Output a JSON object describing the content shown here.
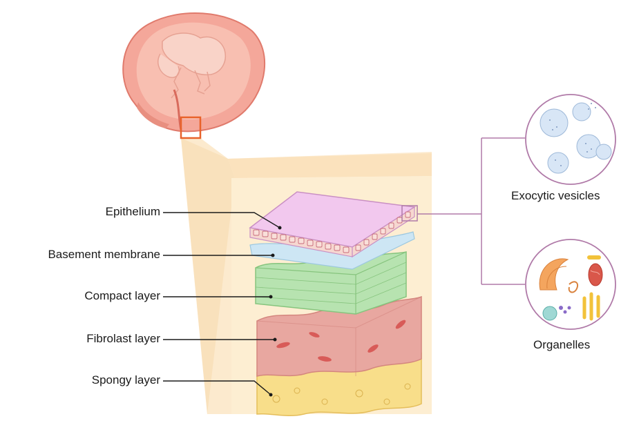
{
  "layers": [
    {
      "name": "Epithelium"
    },
    {
      "name": "Basement membrane"
    },
    {
      "name": "Compact layer"
    },
    {
      "name": "Fibrolast layer"
    },
    {
      "name": "Spongy layer"
    }
  ],
  "insets": [
    {
      "name": "Exocytic vesicles"
    },
    {
      "name": "Organelles"
    }
  ],
  "colors": {
    "uterus": "#f4a79a",
    "uterus_outline": "#e07a6c",
    "highlight_box": "#e8622a",
    "beam": "#fce3c0",
    "block": "#fdeccc",
    "epithelium": "#f2c8ee",
    "basement": "#cde6f4",
    "compact": "#b7e3b0",
    "fibroblast": "#e8a7a0",
    "spongy": "#f8de8a",
    "connector": "#b07aa8"
  }
}
